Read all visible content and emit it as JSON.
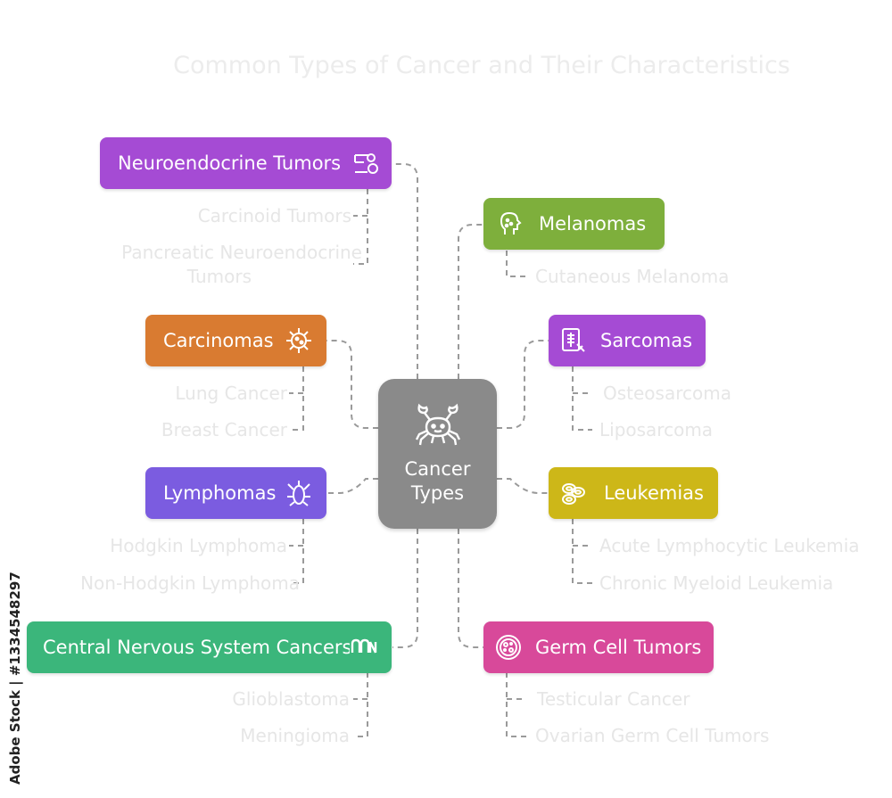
{
  "title": "Common Types of Cancer and Their Characteristics",
  "center": {
    "label": "Cancer\nTypes",
    "icon": "crab-icon",
    "color": "#8a8a8a"
  },
  "branches": {
    "neuroendocrine": {
      "label": "Neuroendocrine Tumors",
      "icon": "cells-icon",
      "color": "#a54bd4",
      "items": [
        "Carcinoid Tumors",
        "Pancreatic Neuroendocrine",
        "Tumors"
      ]
    },
    "carcinomas": {
      "label": "Carcinomas",
      "icon": "virus-icon",
      "color": "#d97b31",
      "items": [
        "Lung Cancer",
        "Breast Cancer"
      ]
    },
    "lymphomas": {
      "label": "Lymphomas",
      "icon": "lymph-node-icon",
      "color": "#7b5ce0",
      "items": [
        "Hodgkin Lymphoma",
        "Non-Hodgkin Lymphoma"
      ]
    },
    "cns": {
      "label": "Central Nervous System Cancers",
      "icon": "brain-icon",
      "color": "#3bb67b",
      "items": [
        "Glioblastoma",
        "Meningioma"
      ]
    },
    "melanomas": {
      "label": "Melanomas",
      "icon": "head-spots-icon",
      "color": "#7eaf3c",
      "items": [
        "Cutaneous Melanoma"
      ]
    },
    "sarcomas": {
      "label": "Sarcomas",
      "icon": "xray-icon",
      "color": "#a54bd4",
      "items": [
        "Osteosarcoma",
        "Liposarcoma"
      ]
    },
    "leukemias": {
      "label": "Leukemias",
      "icon": "blood-cells-icon",
      "color": "#cdb718",
      "items": [
        "Acute Lymphocytic Leukemia",
        "Chronic Myeloid Leukemia"
      ]
    },
    "germcell": {
      "label": "Germ Cell Tumors",
      "icon": "petri-dish-icon",
      "color": "#d8499a",
      "items": [
        "Testicular Cancer",
        "Ovarian Germ Cell Tumors"
      ]
    }
  },
  "watermark": {
    "text": "Adobe Stock | #1334548297"
  }
}
